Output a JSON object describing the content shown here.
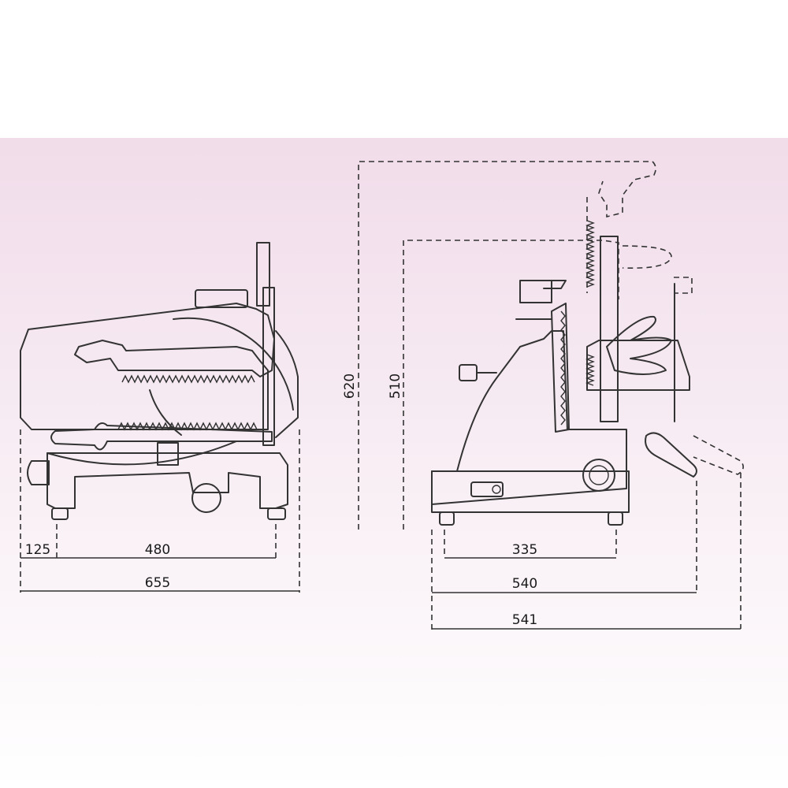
{
  "dimensions": {
    "side_view": {
      "offset_125": "125",
      "width_480": "480",
      "width_655": "655"
    },
    "front_view": {
      "height_620": "620",
      "height_510": "510",
      "width_335": "335",
      "width_540": "540",
      "width_541": "541"
    }
  },
  "colors": {
    "background_band_top": "#f1dcea",
    "line": "#333333"
  }
}
